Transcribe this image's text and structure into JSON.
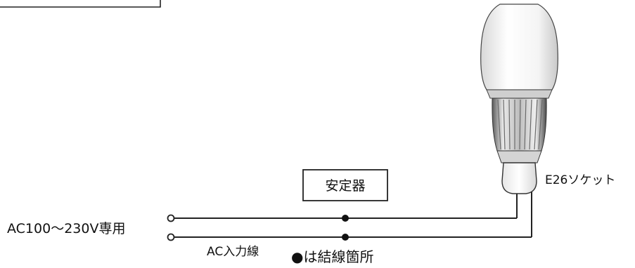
{
  "labels": {
    "input_voltage": "AC100～230V専用",
    "input_line": "AC入力線",
    "junction_note": "●は結線箇所",
    "ballast": "安定器",
    "socket": "E26ソケット"
  },
  "colors": {
    "line": "#222222",
    "bulb_body": "#ffffff",
    "bulb_outline": "#333333"
  }
}
